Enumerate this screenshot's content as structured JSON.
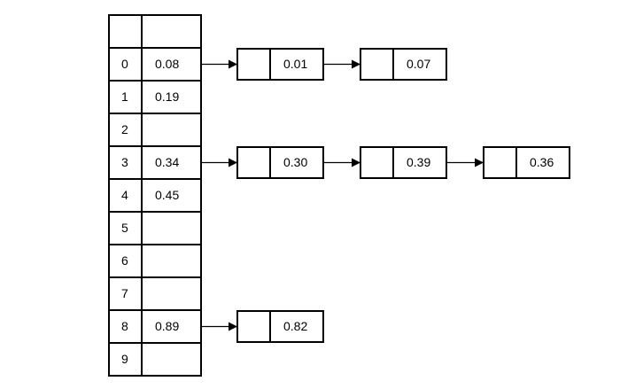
{
  "colors": {
    "line": "#000000",
    "background": "#ffffff"
  },
  "table": {
    "header": {
      "index": "",
      "value": ""
    },
    "rows": [
      {
        "index": "0",
        "value": "0.08"
      },
      {
        "index": "1",
        "value": "0.19"
      },
      {
        "index": "2",
        "value": ""
      },
      {
        "index": "3",
        "value": "0.34"
      },
      {
        "index": "4",
        "value": "0.45"
      },
      {
        "index": "5",
        "value": ""
      },
      {
        "index": "6",
        "value": ""
      },
      {
        "index": "7",
        "value": ""
      },
      {
        "index": "8",
        "value": "0.89"
      },
      {
        "index": "9",
        "value": ""
      }
    ]
  },
  "chains": [
    {
      "row": 0,
      "nodes": [
        {
          "value": "0.01"
        },
        {
          "value": "0.07"
        }
      ]
    },
    {
      "row": 3,
      "nodes": [
        {
          "value": "0.30"
        },
        {
          "value": "0.39"
        },
        {
          "value": "0.36"
        }
      ]
    },
    {
      "row": 8,
      "nodes": [
        {
          "value": "0.82"
        }
      ]
    }
  ]
}
